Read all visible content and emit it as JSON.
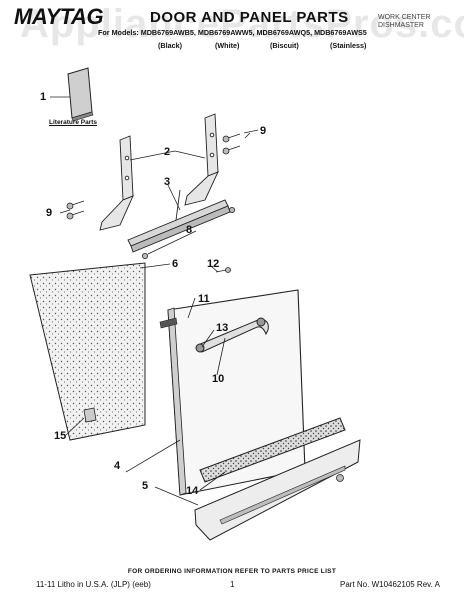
{
  "header": {
    "watermark": "AppliancePartsPros.com",
    "brand": "MAYTAG",
    "title": "DOOR AND PANEL PARTS",
    "right_block": [
      "WORK CENTER",
      "DISHMASTER"
    ],
    "models": "For Models: MDB6769AWB5, MDB6769AWW5, MDB6769AWQ5, MDB6769AWS5",
    "variants": [
      "(Black)",
      "(White)",
      "(Biscuit)",
      "(Stainless)"
    ]
  },
  "diagram": {
    "literature_label": "Literature Parts",
    "callouts": [
      "1",
      "2",
      "3",
      "4",
      "5",
      "6",
      "8",
      "9",
      "9",
      "10",
      "11",
      "12",
      "13",
      "14",
      "15"
    ]
  },
  "footer": {
    "order_note": "FOR ORDERING INFORMATION REFER TO PARTS PRICE LIST",
    "left": "11-11 Litho in U.S.A. (JLP) (eeb)",
    "page": "1",
    "part_no": "Part No. W10462105 Rev. A"
  }
}
